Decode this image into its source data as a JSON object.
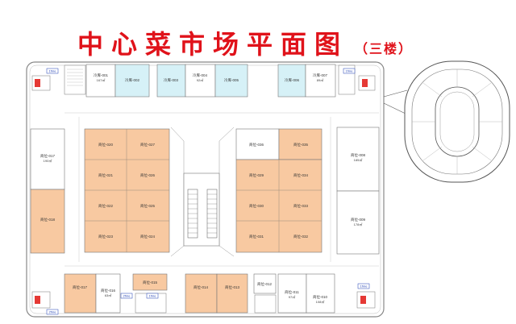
{
  "title": {
    "main": "中心菜市场平面图",
    "floor": "（三楼）"
  },
  "colors": {
    "title": "#e0121a",
    "stall": "#f8c9a1",
    "cold": "#d6f1f7",
    "wall": "#888888",
    "red_label": "#e53935"
  },
  "top_row": [
    {
      "name": "冷库-001",
      "area": "167㎡"
    },
    {
      "name": "冷库-002",
      "area": ""
    },
    {
      "name": "冷库-003",
      "area": ""
    },
    {
      "name": "冷库-004",
      "area": "92㎡"
    },
    {
      "name": "冷库-005",
      "area": ""
    },
    {
      "name": "冷库-006",
      "area": ""
    },
    {
      "name": "冷库-007",
      "area": "89㎡"
    }
  ],
  "big_stalls": [
    {
      "name": "商位-017",
      "area": "190㎡"
    },
    {
      "name": "商位-018",
      "area": ""
    },
    {
      "name": "商位-008",
      "area": "185㎡"
    },
    {
      "name": "商位-009",
      "area": "178㎡"
    }
  ],
  "left_block": [
    {
      "name": "商位-020",
      "area": ""
    },
    {
      "name": "商位-027",
      "area": ""
    },
    {
      "name": "商位-021",
      "area": ""
    },
    {
      "name": "商位-026",
      "area": ""
    },
    {
      "name": "商位-022",
      "area": ""
    },
    {
      "name": "商位-025",
      "area": ""
    },
    {
      "name": "商位-023",
      "area": ""
    },
    {
      "name": "商位-024",
      "area": ""
    }
  ],
  "right_block": [
    {
      "name": "商位-036",
      "area": ""
    },
    {
      "name": "商位-035",
      "area": ""
    },
    {
      "name": "商位-029",
      "area": ""
    },
    {
      "name": "商位-034",
      "area": ""
    },
    {
      "name": "商位-030",
      "area": ""
    },
    {
      "name": "商位-033",
      "area": ""
    },
    {
      "name": "商位-031",
      "area": ""
    },
    {
      "name": "商位-032",
      "area": ""
    }
  ],
  "bottom_row": [
    {
      "name": "商位-017",
      "area": ""
    },
    {
      "name": "商位-016",
      "area": "63㎡"
    },
    {
      "name": "商位-015",
      "area": ""
    },
    {
      "name": "商位-014",
      "area": ""
    },
    {
      "name": "商位-013",
      "area": ""
    },
    {
      "name": "商位-012",
      "area": ""
    },
    {
      "name": "商位-011",
      "area": "97㎡"
    },
    {
      "name": "商位-010",
      "area": "108㎡"
    }
  ],
  "stair_tags": [
    "1fme",
    "1fme",
    "2fme",
    "1fme",
    "2fme",
    "1fme"
  ]
}
